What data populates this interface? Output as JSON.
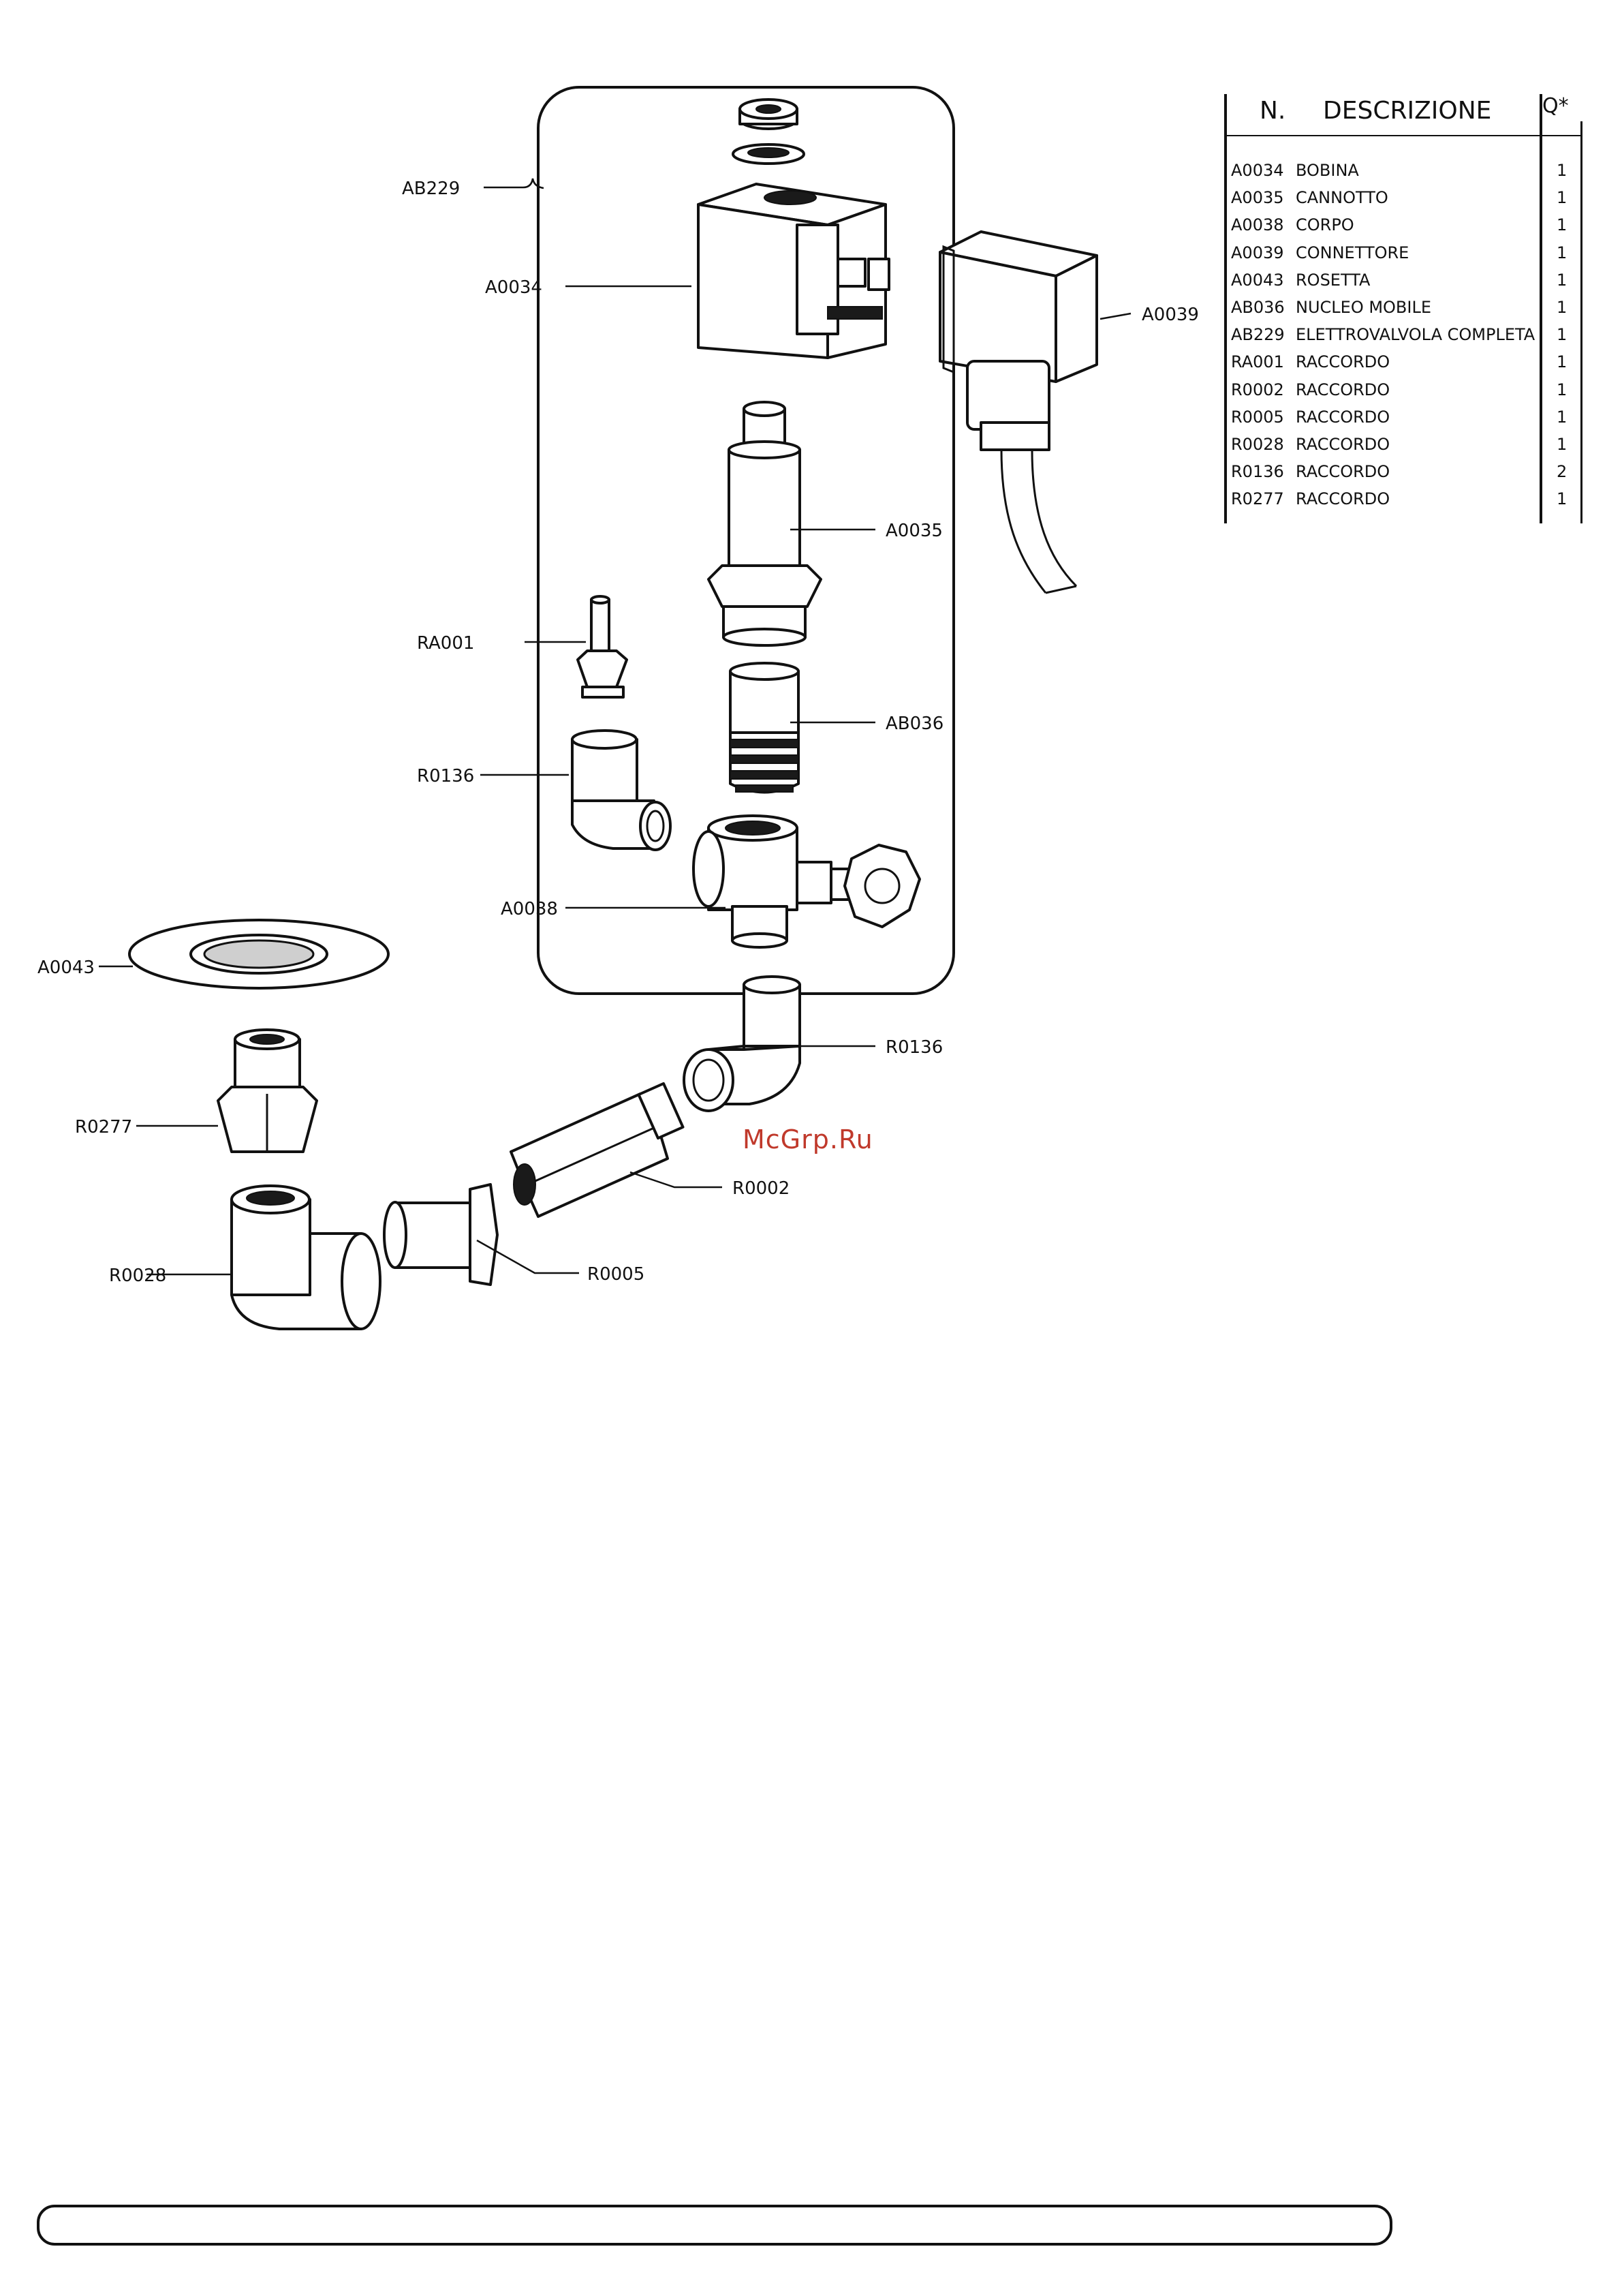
{
  "table": {
    "header_code": "N.",
    "header_desc": "DESCRIZIONE",
    "header_qty": "Q*",
    "rows": [
      {
        "code": "A0034",
        "desc": "BOBINA",
        "qty": "1"
      },
      {
        "code": "A0035",
        "desc": "CANNOTTO",
        "qty": "1"
      },
      {
        "code": "A0038",
        "desc": "CORPO",
        "qty": "1"
      },
      {
        "code": "A0039",
        "desc": "CONNETTORE",
        "qty": "1"
      },
      {
        "code": "A0043",
        "desc": "ROSETTA",
        "qty": "1"
      },
      {
        "code": "AB036",
        "desc": "NUCLEO MOBILE",
        "qty": "1"
      },
      {
        "code": "AB229",
        "desc": "ELETTROVALVOLA COMPLETA",
        "qty": "1"
      },
      {
        "code": "RA001",
        "desc": "RACCORDO",
        "qty": "1"
      },
      {
        "code": "R0002",
        "desc": "RACCORDO",
        "qty": "1"
      },
      {
        "code": "R0005",
        "desc": "RACCORDO",
        "qty": "1"
      },
      {
        "code": "R0028",
        "desc": "RACCORDO",
        "qty": "1"
      },
      {
        "code": "R0136",
        "desc": "RACCORDO",
        "qty": "2"
      },
      {
        "code": "R0277",
        "desc": "RACCORDO",
        "qty": "1"
      }
    ]
  },
  "labels": {
    "ab229": "AB229",
    "a0034": "A0034",
    "a0039": "A0039",
    "a0035": "A0035",
    "ra001": "RA001",
    "ab036": "AB036",
    "r0136_top": "R0136",
    "a0038": "A0038",
    "a0043": "A0043",
    "r0136_bottom": "R0136",
    "r0277": "R0277",
    "r0002": "R0002",
    "r0028": "R0028",
    "r0005": "R0005"
  },
  "watermark": "McGrp.Ru"
}
